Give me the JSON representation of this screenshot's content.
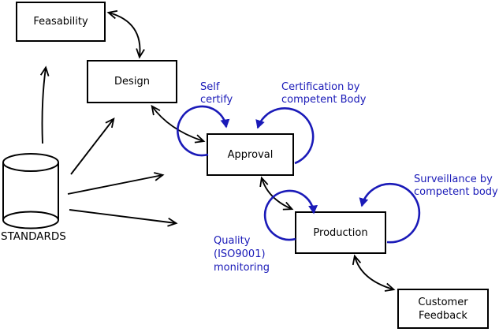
{
  "colors": {
    "annotation_blue": "#1a1ab8",
    "line": "#000000",
    "background": "#ffffff"
  },
  "nodes": {
    "feasability": {
      "label": "Feasability"
    },
    "design": {
      "label": "Design"
    },
    "approval": {
      "label": "Approval"
    },
    "production": {
      "label": "Production"
    },
    "customer_feedback": {
      "lines": [
        "Customer",
        "Feedback"
      ]
    },
    "standards": {
      "label": "STANDARDS",
      "shape": "cylinder"
    }
  },
  "annotations": {
    "self_certify": {
      "lines": [
        "Self",
        "certify"
      ]
    },
    "certification": {
      "lines": [
        "Certification by",
        "competent Body"
      ]
    },
    "surveillance": {
      "lines": [
        "Surveillance by",
        "competent body"
      ]
    },
    "quality_monitoring": {
      "lines": [
        "Quality",
        "(ISO9001)",
        "monitoring"
      ]
    }
  },
  "edges": [
    {
      "from": "standards",
      "to": "feasability",
      "type": "single-arrow"
    },
    {
      "from": "standards",
      "to": "design",
      "type": "single-arrow"
    },
    {
      "from": "standards",
      "to": "approval",
      "type": "single-arrow"
    },
    {
      "from": "standards",
      "to": "production",
      "type": "single-arrow"
    },
    {
      "from": "feasability",
      "to": "design",
      "type": "double-arrow"
    },
    {
      "from": "design",
      "to": "approval",
      "type": "double-arrow"
    },
    {
      "from": "approval",
      "to": "production",
      "type": "double-arrow"
    },
    {
      "from": "production",
      "to": "customer_feedback",
      "type": "double-arrow"
    },
    {
      "from": "approval",
      "to": "approval",
      "type": "self-loop",
      "label": "self_certify"
    },
    {
      "from": "approval",
      "to": "approval",
      "type": "self-loop",
      "label": "certification"
    },
    {
      "from": "production",
      "to": "production",
      "type": "self-loop",
      "label": "quality_monitoring"
    },
    {
      "from": "production",
      "to": "production",
      "type": "self-loop",
      "label": "surveillance"
    }
  ]
}
